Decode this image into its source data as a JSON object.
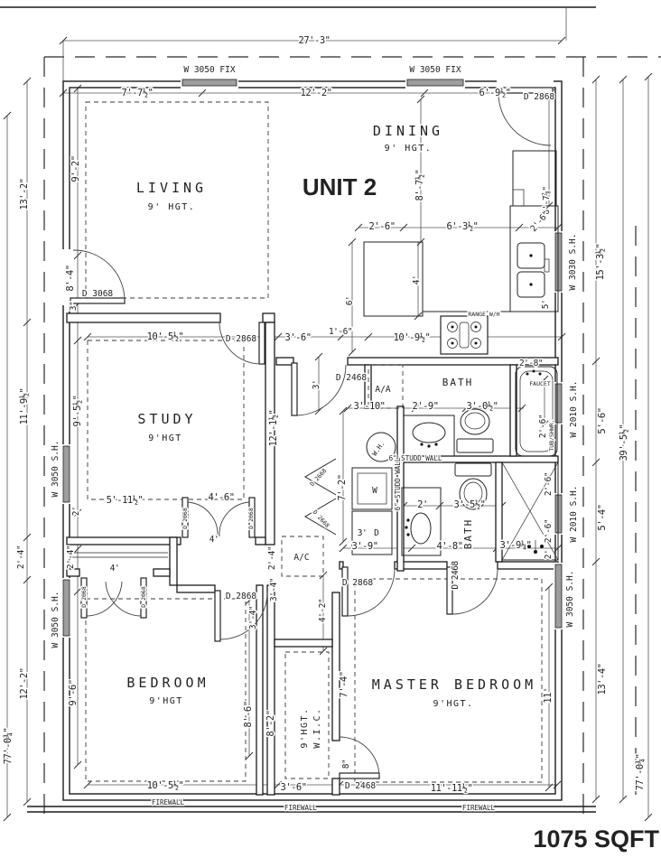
{
  "meta": {
    "unit": "UNIT 2",
    "area": "1075 SQFT"
  },
  "rooms": {
    "living": {
      "label": "LIVING",
      "hgt": "9' HGT."
    },
    "dining": {
      "label": "DINING",
      "hgt": "9' HGT."
    },
    "study": {
      "label": "STUDY",
      "hgt": "9'HGT"
    },
    "bedroom": {
      "label": "BEDROOM",
      "hgt": "9'HGT"
    },
    "master": {
      "label": "MASTER BEDROOM",
      "hgt": "9'HGT."
    },
    "wic": {
      "l1": "9'HGT.",
      "l2": "W.I.C."
    },
    "bath1": "BATH",
    "bath2": "BATH",
    "aa": "A/A",
    "ac": "A/C"
  },
  "labels": {
    "wh": "W.H.",
    "washer": "W",
    "dryer": "D",
    "range": "RANGE W/H",
    "faucet": "FAUCET",
    "tubshwr": "TUB/SHWR.",
    "stud_h": "6\" STUDD WALL",
    "stud_v": "6\" STUDD WALL",
    "firewall1": "FIREWALL",
    "firewall2": "FIREWALL",
    "firewall3": "FIREWALL"
  },
  "windows": {
    "fix1": "W 3050 FIX",
    "fix2": "W 3050 FIX",
    "k": "W 3030 S.H.",
    "b1": "W 2010 S.H.",
    "b2": "W 2010 S.H.",
    "mbr": "W 3050 S.H.",
    "study": "W 3050 S.H.",
    "bed": "W 3050 S.H."
  },
  "doors": {
    "entry": "D 3068",
    "entry2": "D 2868",
    "study": "D-2868",
    "aa": "D 2468",
    "bifold1": "D 2668",
    "bifold2": "D 2668",
    "closet1a": "D 2068",
    "closet1b": "D 2068",
    "closet2a": "D 2068",
    "closet2b": "D 2068",
    "bed": "D 2868",
    "mbr": "D 2868",
    "hall": "D 2468",
    "wic": "D 2468"
  },
  "dims": {
    "top_w": "27'-3\"",
    "liv_w": "7'-7½\"",
    "din_w": "12'-2\"",
    "din_r": "6'-9½\"",
    "l77": "77'-0¾\"",
    "l13": "13'-2\"",
    "l11": "11'-9½\"",
    "l24": "2'-4\"",
    "l12": "12'-2\"",
    "li92": "9'-2\"",
    "li84": "8'-4\"",
    "li3": "3\"",
    "li95": "9'-5½\"",
    "li2": "2'",
    "li24": "2'-4\"",
    "li96": "9'-6\"",
    "r15": "15'-3½\"",
    "r56": "5'-6\"",
    "r54": "5'-4\"",
    "r13": "13'-4\"",
    "r39": "39'-5½\"",
    "r77": "77'-0¾\"",
    "k26a": "2'-6\"",
    "k63": "6'-3½\"",
    "k26b": "2'-6\"",
    "k4": "4'",
    "k6": "6'",
    "k109": "10'-9½\"",
    "k16": "1'-6\"",
    "k678": "6'-7⅞\"",
    "k5": "5'",
    "d87": "8'-7½\"",
    "s105": "10'-5½\"",
    "s36": "3'-6\"",
    "s511": "5'-11½\"",
    "s46": "4'-6\"",
    "s4": "4'",
    "s121": "12'-1½\"",
    "c3": "3'",
    "c310": "3'-10\"",
    "c29": "2'-9\"",
    "c30": "3'-0½\"",
    "c28": "2'-8\"",
    "c26t": "2'-6\"",
    "c72": "7'-2\"",
    "c2": "2'",
    "c35": "3'-5½\"",
    "c26s1": "2'-6\"",
    "c26s2": "2'-6\"",
    "c3d": "3'",
    "h34a": "3'-4\"",
    "h34b": "3'-4\"",
    "h24": "2'-4\"",
    "h42": "4'-2\"",
    "b4": "4'",
    "b86": "8'-6\"",
    "b82": "8'-2\"",
    "b105": "10'-5½\"",
    "w74": "7'-4\"",
    "w8": "8\"",
    "w36": "3'-6\"",
    "m39a": "3'-9\"",
    "m48": "4'-8\"",
    "m39b": "3'-9¼\"",
    "m2": "2'",
    "m11": "11'",
    "m1111": "11'-11½\""
  }
}
